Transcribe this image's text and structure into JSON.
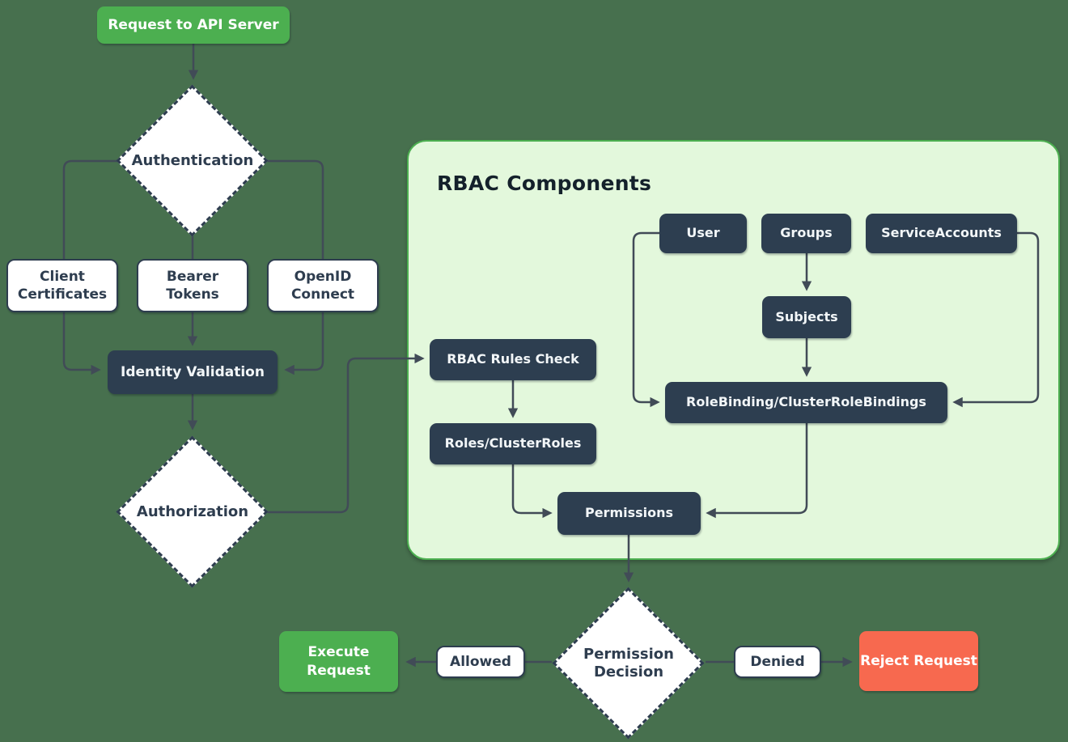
{
  "diagram": {
    "type": "flowchart",
    "topic": "Kubernetes API request authentication and RBAC authorization flow"
  },
  "nodes": {
    "request": "Request to API Server",
    "authentication": "Authentication",
    "client_certificates": "Client Certificates",
    "bearer_tokens": "Bearer Tokens",
    "openid_connect": "OpenID Connect",
    "identity_validation": "Identity Validation",
    "authorization": "Authorization",
    "rbac_rules_check": "RBAC Rules Check",
    "roles_clusterroles": "Roles/ClusterRoles",
    "user": "User",
    "groups": "Groups",
    "service_accounts": "ServiceAccounts",
    "subjects": "Subjects",
    "rolebinding": "RoleBinding/ClusterRoleBindings",
    "permissions": "Permissions",
    "permission_decision": "Permission Decision",
    "execute_request": "Execute Request",
    "reject_request": "Reject Request"
  },
  "panel": {
    "title": "RBAC Components"
  },
  "edge_labels": {
    "allowed": "Allowed",
    "denied": "Denied"
  },
  "colors": {
    "background": "#47704E",
    "panel_fill": "#E3F8DC",
    "panel_border": "#4CAF50",
    "node_dark": "#2D3E50",
    "node_green": "#4CAF50",
    "node_coral": "#F7694F",
    "node_white": "#FFFFFF",
    "line": "#414B57",
    "text_dark": "#2E3D4F"
  }
}
